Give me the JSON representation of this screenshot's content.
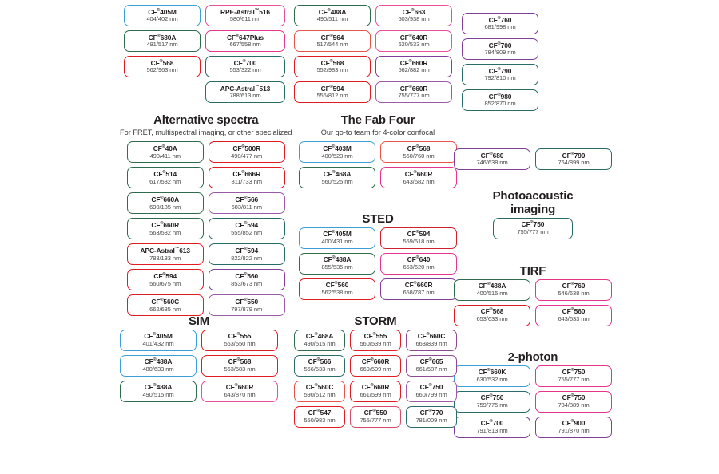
{
  "colors": {
    "blue": "#3d9fd8",
    "green": "#2f6b4f",
    "red": "#e11b22",
    "red_light": "#e8544a",
    "magenta": "#e6338c",
    "pink": "#ea4f9b",
    "purple": "#7f3f98",
    "purple_light": "#9b5aa8",
    "teal": "#2a6c6a",
    "crimson": "#cf2030",
    "rose": "#d94a6a",
    "plum": "#8e4a8e"
  },
  "groups": [
    {
      "id": "top-left",
      "heading": "",
      "subtitle": "",
      "columns": [
        {
          "width": "w-med",
          "pills": [
            {
              "name": "CF",
              "sup": "®",
              "suffix": "405M",
              "wl": "404/402 nm",
              "color": "blue"
            },
            {
              "name": "CF",
              "sup": "®",
              "suffix": "680A",
              "wl": "491/517 nm",
              "color": "green"
            },
            {
              "name": "CF",
              "sup": "®",
              "suffix": "568",
              "wl": "562/963 nm",
              "color": "red"
            }
          ]
        },
        {
          "width": "w-wide",
          "pills": [
            {
              "name": "RPE-Astral",
              "sup": "™",
              "suffix": "516",
              "wl": "580/611 nm",
              "color": "pink"
            },
            {
              "name": "CF",
              "sup": "®",
              "suffix": "647Plus",
              "wl": "667/558 nm",
              "color": "magenta"
            },
            {
              "name": "CF",
              "sup": "®",
              "suffix": "700",
              "wl": "553/322 nm",
              "color": "teal"
            },
            {
              "name": "APC-Astral",
              "sup": "™",
              "suffix": "513",
              "wl": "788/613 nm",
              "color": "teal"
            }
          ]
        }
      ]
    },
    {
      "id": "top-mid",
      "heading": "",
      "subtitle": "",
      "columns": [
        {
          "width": "w-med",
          "pills": [
            {
              "name": "CF",
              "sup": "®",
              "suffix": "488A",
              "wl": "490/511 nm",
              "color": "green"
            },
            {
              "name": "CF",
              "sup": "®",
              "suffix": "564",
              "wl": "517/544 nm",
              "color": "red_light"
            },
            {
              "name": "CF",
              "sup": "®",
              "suffix": "568",
              "wl": "552/983 nm",
              "color": "red"
            },
            {
              "name": "CF",
              "sup": "®",
              "suffix": "594",
              "wl": "556/812 nm",
              "color": "red"
            }
          ]
        },
        {
          "width": "w-med",
          "pills": [
            {
              "name": "CF",
              "sup": "®",
              "suffix": "663",
              "wl": "603/938 nm",
              "color": "pink"
            },
            {
              "name": "CF",
              "sup": "®",
              "suffix": "640R",
              "wl": "620/533 nm",
              "color": "pink"
            },
            {
              "name": "CF",
              "sup": "®",
              "suffix": "660R",
              "wl": "662/882 nm",
              "color": "purple"
            },
            {
              "name": "CF",
              "sup": "®",
              "suffix": "660R",
              "wl": "755/777 nm",
              "color": "purple_light"
            }
          ]
        }
      ]
    },
    {
      "id": "top-right",
      "heading": "",
      "subtitle": "",
      "columns": [
        {
          "width": "w-med",
          "pills": [
            {
              "name": "CF",
              "sup": "®",
              "suffix": "760",
              "wl": "681/998 nm",
              "color": "purple"
            },
            {
              "name": "CF",
              "sup": "®",
              "suffix": "700",
              "wl": "784/809 nm",
              "color": "purple"
            },
            {
              "name": "CF",
              "sup": "®",
              "suffix": "790",
              "wl": "792/810 nm",
              "color": "teal"
            },
            {
              "name": "CF",
              "sup": "®",
              "suffix": "980",
              "wl": "852/870 nm",
              "color": "teal"
            }
          ]
        }
      ]
    },
    {
      "id": "alternative-spectra",
      "heading": "Alternative spectra",
      "subtitle": "For FRET, multispectral imaging, or other specialized",
      "columns": [
        {
          "width": "w-med",
          "pills": [
            {
              "name": "CF",
              "sup": "®",
              "suffix": "40A",
              "wl": "490/411 nm",
              "color": "green"
            },
            {
              "name": "CF",
              "sup": "®",
              "suffix": "514",
              "wl": "617/532 nm",
              "color": "green"
            },
            {
              "name": "CF",
              "sup": "®",
              "suffix": "660A",
              "wl": "690/185 nm",
              "color": "green"
            },
            {
              "name": "CF",
              "sup": "®",
              "suffix": "660R",
              "wl": "563/532 nm",
              "color": "green"
            },
            {
              "name": "APC-Astral",
              "sup": "™",
              "suffix": "613",
              "wl": "788/133 nm",
              "color": "red"
            },
            {
              "name": "CF",
              "sup": "®",
              "suffix": "594",
              "wl": "560/675 nm",
              "color": "red"
            },
            {
              "name": "CF",
              "sup": "®",
              "suffix": "560C",
              "wl": "662/635 nm",
              "color": "red"
            }
          ]
        },
        {
          "width": "w-med",
          "pills": [
            {
              "name": "CF",
              "sup": "®",
              "suffix": "500R",
              "wl": "490/477 nm",
              "color": "red"
            },
            {
              "name": "CF",
              "sup": "®",
              "suffix": "666R",
              "wl": "811/733 nm",
              "color": "red"
            },
            {
              "name": "CF",
              "sup": "®",
              "suffix": "566",
              "wl": "683/811 nm",
              "color": "purple_light"
            },
            {
              "name": "CF",
              "sup": "®",
              "suffix": "594",
              "wl": "555/852 nm",
              "color": "teal"
            },
            {
              "name": "CF",
              "sup": "®",
              "suffix": "594",
              "wl": "822/822 nm",
              "color": "teal"
            },
            {
              "name": "CF",
              "sup": "®",
              "suffix": "560",
              "wl": "853/673 nm",
              "color": "purple"
            },
            {
              "name": "CF",
              "sup": "®",
              "suffix": "550",
              "wl": "797/879 nm",
              "color": "purple_light"
            }
          ]
        }
      ]
    },
    {
      "id": "fab-four",
      "heading": "The Fab Four",
      "subtitle": "Our go-to team for 4-color confocal",
      "columns": [
        {
          "width": "w-med",
          "pills": [
            {
              "name": "CF",
              "sup": "®",
              "suffix": "403M",
              "wl": "400/523 nm",
              "color": "blue"
            },
            {
              "name": "CF",
              "sup": "®",
              "suffix": "468A",
              "wl": "560/525 nm",
              "color": "green"
            }
          ]
        },
        {
          "width": "w-med",
          "pills": [
            {
              "name": "CF",
              "sup": "®",
              "suffix": "568",
              "wl": "560/760 nm",
              "color": "red_light"
            },
            {
              "name": "CF",
              "sup": "®",
              "suffix": "660R",
              "wl": "643/682 nm",
              "color": "magenta"
            }
          ]
        }
      ]
    },
    {
      "id": "sted",
      "heading": "STED",
      "subtitle": "",
      "columns": [
        {
          "width": "w-med",
          "pills": [
            {
              "name": "CF",
              "sup": "®",
              "suffix": "405M",
              "wl": "400/431 nm",
              "color": "blue"
            },
            {
              "name": "CF",
              "sup": "®",
              "suffix": "488A",
              "wl": "855/535 nm",
              "color": "green"
            },
            {
              "name": "CF",
              "sup": "®",
              "suffix": "560",
              "wl": "562/538 nm",
              "color": "red"
            }
          ]
        },
        {
          "width": "w-med",
          "pills": [
            {
              "name": "CF",
              "sup": "®",
              "suffix": "594",
              "wl": "559/518 nm",
              "color": "crimson"
            },
            {
              "name": "CF",
              "sup": "®",
              "suffix": "640",
              "wl": "653/620 nm",
              "color": "magenta"
            },
            {
              "name": "CF",
              "sup": "®",
              "suffix": "660R",
              "wl": "658/787 nm",
              "color": "purple"
            }
          ]
        }
      ]
    },
    {
      "id": "nir-pair",
      "heading": "",
      "subtitle": "",
      "columns": [
        {
          "width": "w-med",
          "pills": [
            {
              "name": "CF",
              "sup": "®",
              "suffix": "680",
              "wl": "746/638 nm",
              "color": "purple"
            }
          ]
        },
        {
          "width": "w-med",
          "pills": [
            {
              "name": "CF",
              "sup": "®",
              "suffix": "790",
              "wl": "764/899 nm",
              "color": "teal"
            }
          ]
        }
      ]
    },
    {
      "id": "photoacoustic",
      "heading": "Photoacoustic imaging",
      "subtitle": "",
      "columns": [
        {
          "width": "w-wide",
          "pills": [
            {
              "name": "CF",
              "sup": "®",
              "suffix": "750",
              "wl": "755/777 nm",
              "color": "teal"
            }
          ]
        }
      ]
    },
    {
      "id": "tirf",
      "heading": "TIRF",
      "subtitle": "",
      "columns": [
        {
          "width": "w-med",
          "pills": [
            {
              "name": "CF",
              "sup": "®",
              "suffix": "488A",
              "wl": "400/515 nm",
              "color": "green"
            },
            {
              "name": "CF",
              "sup": "®",
              "suffix": "568",
              "wl": "653/633 nm",
              "color": "red"
            }
          ]
        },
        {
          "width": "w-med",
          "pills": [
            {
              "name": "CF",
              "sup": "®",
              "suffix": "760",
              "wl": "546/638 nm",
              "color": "magenta"
            },
            {
              "name": "CF",
              "sup": "®",
              "suffix": "560",
              "wl": "643/633 nm",
              "color": "magenta"
            }
          ]
        }
      ]
    },
    {
      "id": "two-photon",
      "heading": "2-photon",
      "subtitle": "",
      "columns": [
        {
          "width": "w-med",
          "pills": [
            {
              "name": "CF",
              "sup": "®",
              "suffix": "660K",
              "wl": "630/532 nm",
              "color": "blue"
            },
            {
              "name": "CF",
              "sup": "®",
              "suffix": "750",
              "wl": "759/775 nm",
              "color": "teal"
            },
            {
              "name": "CF",
              "sup": "®",
              "suffix": "700",
              "wl": "791/813 nm",
              "color": "purple"
            }
          ]
        },
        {
          "width": "w-med",
          "pills": [
            {
              "name": "CF",
              "sup": "®",
              "suffix": "750",
              "wl": "755/777 nm",
              "color": "magenta"
            },
            {
              "name": "CF",
              "sup": "®",
              "suffix": "750",
              "wl": "784/889 nm",
              "color": "magenta"
            },
            {
              "name": "CF",
              "sup": "®",
              "suffix": "900",
              "wl": "791/870 nm",
              "color": "purple"
            }
          ]
        }
      ]
    },
    {
      "id": "sim",
      "heading": "SIM",
      "subtitle": "",
      "columns": [
        {
          "width": "w-med",
          "pills": [
            {
              "name": "CF",
              "sup": "®",
              "suffix": "405M",
              "wl": "401/432 nm",
              "color": "blue"
            },
            {
              "name": "CF",
              "sup": "®",
              "suffix": "488A",
              "wl": "480/633 nm",
              "color": "blue"
            },
            {
              "name": "CF",
              "sup": "®",
              "suffix": "488A",
              "wl": "490/515 nm",
              "color": "green"
            }
          ]
        },
        {
          "width": "w-med",
          "pills": [
            {
              "name": "CF",
              "sup": "®",
              "suffix": "555",
              "wl": "563/550 nm",
              "color": "red"
            },
            {
              "name": "CF",
              "sup": "®",
              "suffix": "568",
              "wl": "563/583 nm",
              "color": "red"
            },
            {
              "name": "CF",
              "sup": "®",
              "suffix": "660R",
              "wl": "643/870 nm",
              "color": "pink"
            }
          ]
        }
      ]
    },
    {
      "id": "storm",
      "heading": "STORM",
      "subtitle": "",
      "columns": [
        {
          "width": "w-nar",
          "pills": [
            {
              "name": "CF",
              "sup": "®",
              "suffix": "468A",
              "wl": "490/515 nm",
              "color": "green"
            },
            {
              "name": "CF",
              "sup": "®",
              "suffix": "566",
              "wl": "566/533 nm",
              "color": "teal"
            },
            {
              "name": "CF",
              "sup": "®",
              "suffix": "560C",
              "wl": "590/612 nm",
              "color": "red_light"
            },
            {
              "name": "CF",
              "sup": "®",
              "suffix": "547",
              "wl": "550/983 nm",
              "color": "red"
            }
          ]
        },
        {
          "width": "w-nar",
          "pills": [
            {
              "name": "CF",
              "sup": "®",
              "suffix": "555",
              "wl": "560/539 nm",
              "color": "red"
            },
            {
              "name": "CF",
              "sup": "®",
              "suffix": "660R",
              "wl": "669/599 nm",
              "color": "red"
            },
            {
              "name": "CF",
              "sup": "®",
              "suffix": "660R",
              "wl": "661/599 nm",
              "color": "red"
            },
            {
              "name": "CF",
              "sup": "®",
              "suffix": "550",
              "wl": "755/777 nm",
              "color": "rose"
            }
          ]
        },
        {
          "width": "w-nar",
          "pills": [
            {
              "name": "CF",
              "sup": "®",
              "suffix": "660C",
              "wl": "663/839 nm",
              "color": "plum"
            },
            {
              "name": "CF",
              "sup": "®",
              "suffix": "665",
              "wl": "661/587 nm",
              "color": "plum"
            },
            {
              "name": "CF",
              "sup": "®",
              "suffix": "750",
              "wl": "660/799 nm",
              "color": "purple_light"
            },
            {
              "name": "CF",
              "sup": "®",
              "suffix": "770",
              "wl": "781/009 nm",
              "color": "teal"
            }
          ]
        }
      ]
    }
  ]
}
